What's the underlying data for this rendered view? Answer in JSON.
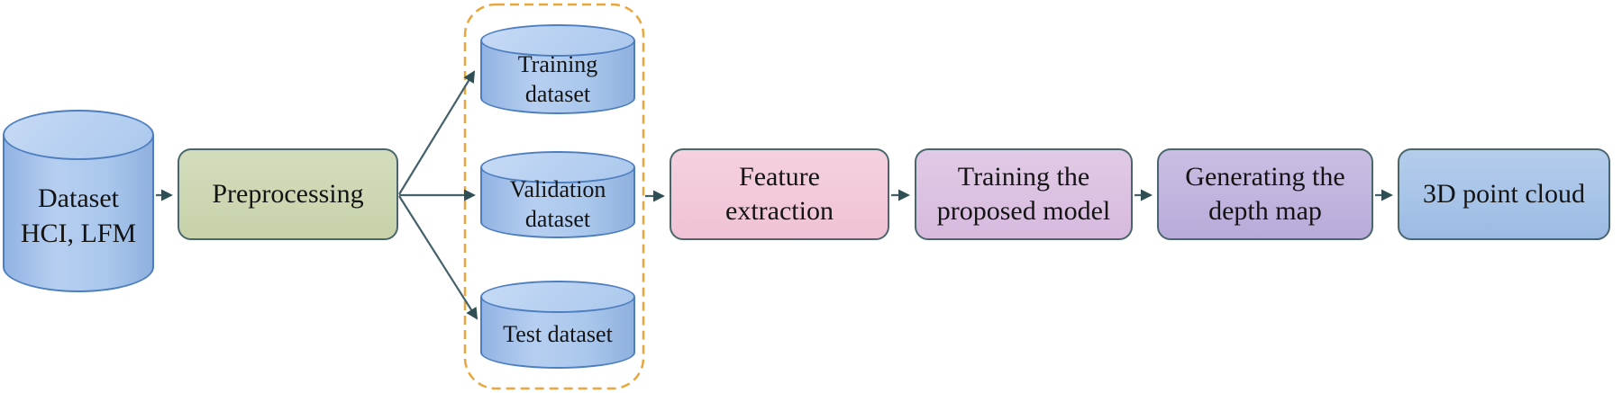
{
  "nodes": {
    "dataset": {
      "line1": "Dataset",
      "line2": "HCI, LFM"
    },
    "preprocessing": {
      "label": "Preprocessing"
    },
    "training_dataset": {
      "line1": "Training",
      "line2": "dataset"
    },
    "validation_dataset": {
      "line1": "Validation",
      "line2": "dataset"
    },
    "test_dataset": {
      "label": "Test dataset"
    },
    "feature_extraction": {
      "line1": "Feature",
      "line2": "extraction"
    },
    "training_model": {
      "line1": "Training the",
      "line2": "proposed model"
    },
    "depth_map": {
      "line1": "Generating the",
      "line2": "depth map"
    },
    "point_cloud": {
      "label": "3D point cloud"
    }
  },
  "edges": [
    {
      "from": "dataset",
      "to": "preprocessing"
    },
    {
      "from": "preprocessing",
      "to": "training_dataset"
    },
    {
      "from": "preprocessing",
      "to": "validation_dataset"
    },
    {
      "from": "preprocessing",
      "to": "test_dataset"
    },
    {
      "from": "dataset_group",
      "to": "feature_extraction"
    },
    {
      "from": "feature_extraction",
      "to": "training_model"
    },
    {
      "from": "training_model",
      "to": "depth_map"
    },
    {
      "from": "depth_map",
      "to": "point_cloud"
    }
  ],
  "colors": {
    "cylinder_fill": "#a9c7ec",
    "cylinder_stroke": "#4d7ebf",
    "preprocessing_fill": "#ccd6b2",
    "feature_extraction_fill": "#f2c8da",
    "training_model_fill": "#dcc1e1",
    "depth_map_fill": "#c1b4de",
    "point_cloud_fill": "#a5c3e7",
    "box_stroke": "#4a666d",
    "dashed_group_stroke": "#e8a63c",
    "arrow_color": "#3a575e",
    "text_color": "#141414",
    "background": "#ffffff"
  }
}
